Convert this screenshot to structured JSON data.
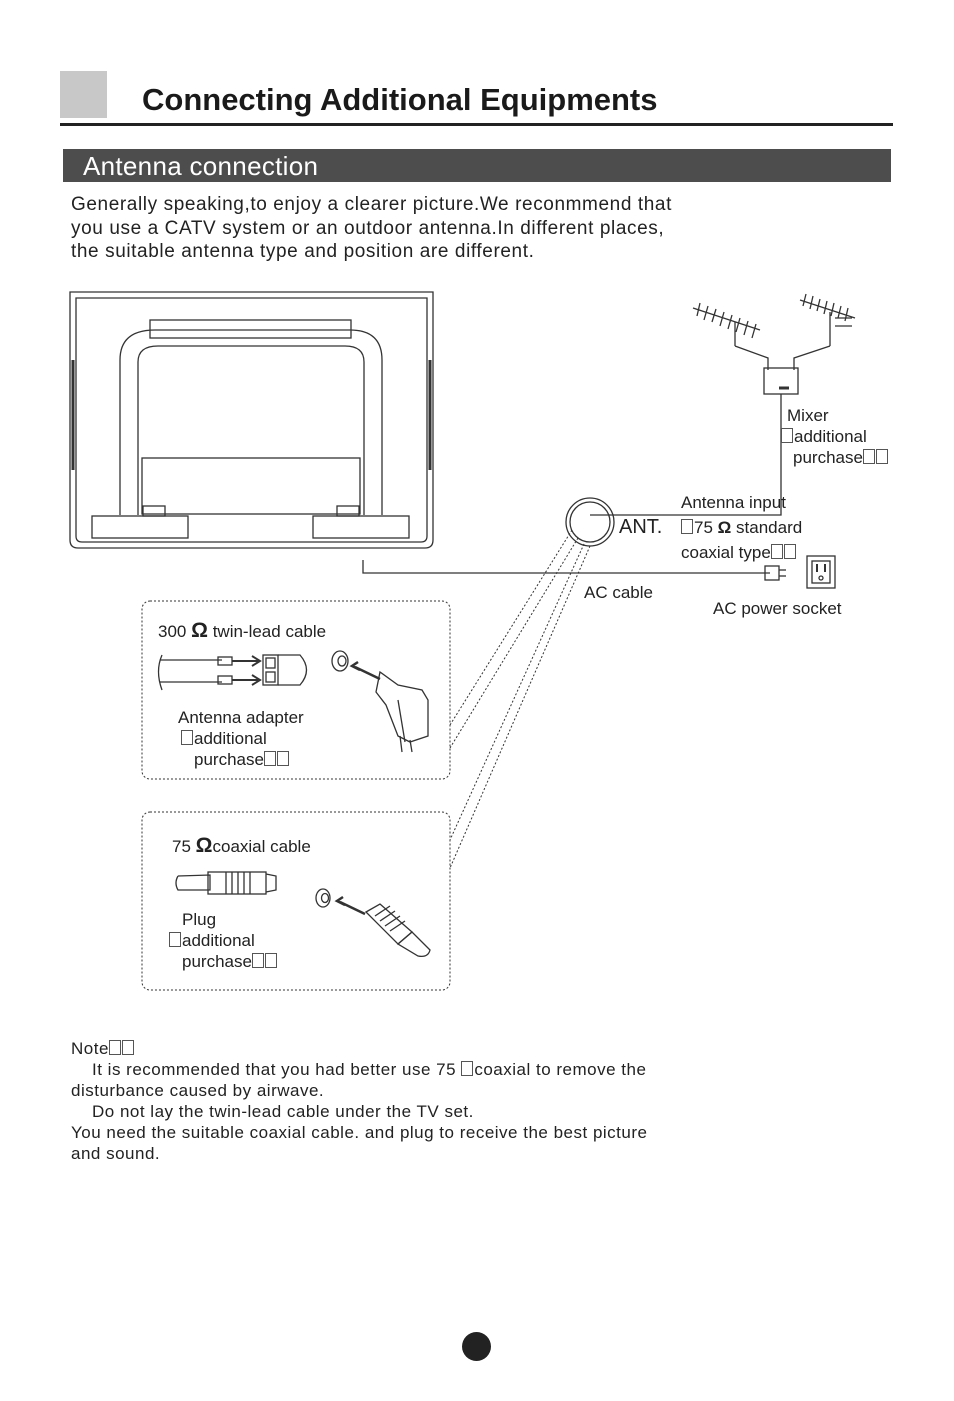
{
  "header": {
    "title": "Connecting Additional Equipments"
  },
  "section": {
    "title": "Antenna connection"
  },
  "intro": {
    "lines": [
      "Generally speaking,to enjoy a clearer picture.We reconmmend that",
      "you use a CATV system or an outdoor antenna.In different places,",
      "the suitable antenna type and position are different."
    ]
  },
  "diagram": {
    "mixer": {
      "title": "Mixer",
      "line2": "additional",
      "line3": "purchase"
    },
    "antenna_input": {
      "line1": "Antenna input",
      "line2_pre": "75",
      "line2_post": "standard",
      "line3": "coaxial type"
    },
    "ant_label": "ANT.",
    "ac_cable": "AC cable",
    "ac_socket": "AC power socket",
    "twin_lead": {
      "pre": "300",
      "post": "twin-lead cable"
    },
    "adapter": {
      "line1": "Antenna adapter",
      "line2": "additional",
      "line3": "purchase"
    },
    "coaxial": {
      "pre": "75",
      "post": "coaxial cable"
    },
    "plug": {
      "line1": "Plug",
      "line2": "additional",
      "line3": "purchase"
    },
    "omega": "Ω"
  },
  "note": {
    "title": "Note",
    "line1_pre": "It is recommended that you had better use 75",
    "line1_post": "coaxial to remove the",
    "line2": "disturbance caused by airwave.",
    "line3": "Do not lay the twin-lead cable under the TV set.",
    "line4": "You need the suitable coaxial cable. and plug to receive the best picture",
    "line5": "and sound."
  }
}
